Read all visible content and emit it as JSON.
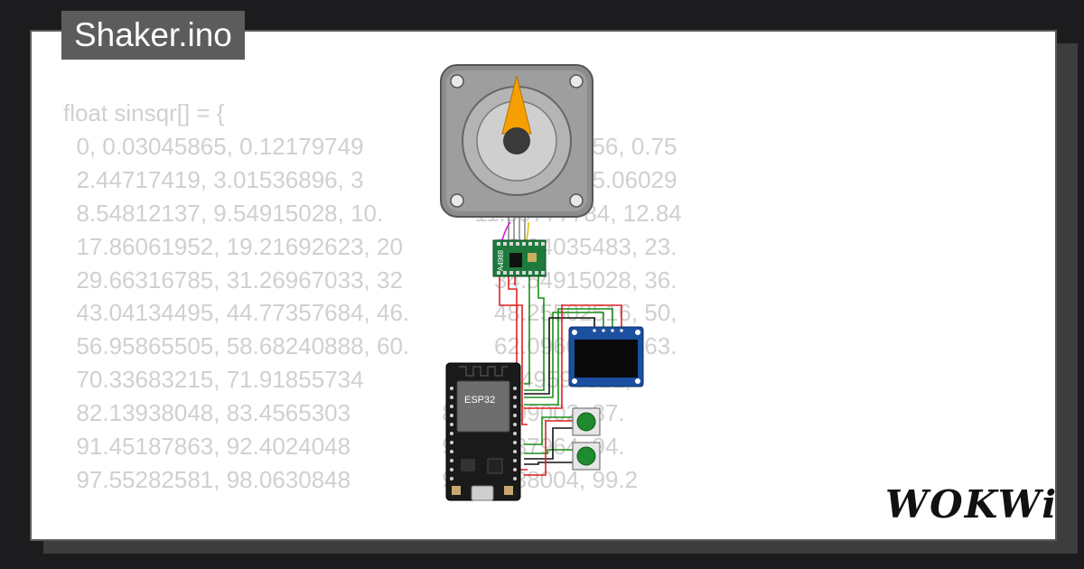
{
  "title": "Shaker.ino",
  "logo": "WOKWi",
  "code_lines": [
    "float sinsqr[] = {",
    "  0, 0.03045865, 0.12179749              23, 0.48659656, 0.75",
    "  2.44717419, 3.01536896, 3              4.32272712, 5.06029",
    "  8.54812137, 9.54915028, 10.              11.69777784, 12.84",
    "  17.86061952, 19.21692623, 20              22.04035483, 23.",
    "  29.66316785, 31.26967033, 32              34.54915028, 36.",
    "  43.04134495, 44.77357684, 46.             48.25502516, 50,",
    "  56.95865505, 58.68240888, 60.             62.09609478, 63.",
    "  70.33683215, 71.91855734             75, 76.49596321,",
    "  82.13938048, 83.4565303              85.96699002, 87.",
    "  91.45187863, 92.4024048              94.14737964, 94.",
    "  97.55282581, 98.0630848              98.90738004, 99.2"
  ],
  "components": {
    "driver_label": "A4988",
    "mcu_label": "ESP32"
  },
  "colors": {
    "motor_body": "#8c8c8c",
    "needle": "#f5a000",
    "pcb_green": "#1e7a3c",
    "esp_board": "#1a1a1a",
    "oled_board": "#1b4fa0",
    "button_cap": "#1f8a2e",
    "wire_red": "#e02020",
    "wire_green": "#1a8f1a",
    "wire_black": "#111111"
  }
}
